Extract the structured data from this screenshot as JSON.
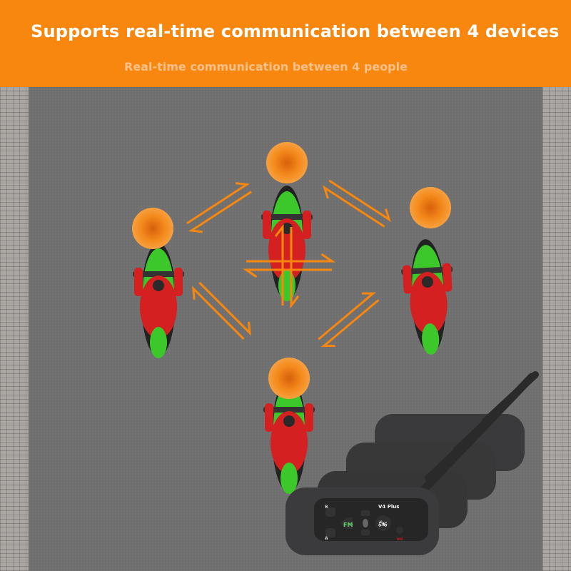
{
  "header": {
    "title": "Supports real-time communication between 4 devices",
    "subtitle": "Real-time communication between 4 people",
    "background": "#f7870e"
  },
  "device": {
    "model": "V4 Plus",
    "fm_label": "FM",
    "off_label": "OFF",
    "button_a": "A",
    "button_b": "B"
  },
  "colors": {
    "signal": "#f7870e",
    "bike_body": "#e02020",
    "bike_accent": "#3cc82a"
  }
}
